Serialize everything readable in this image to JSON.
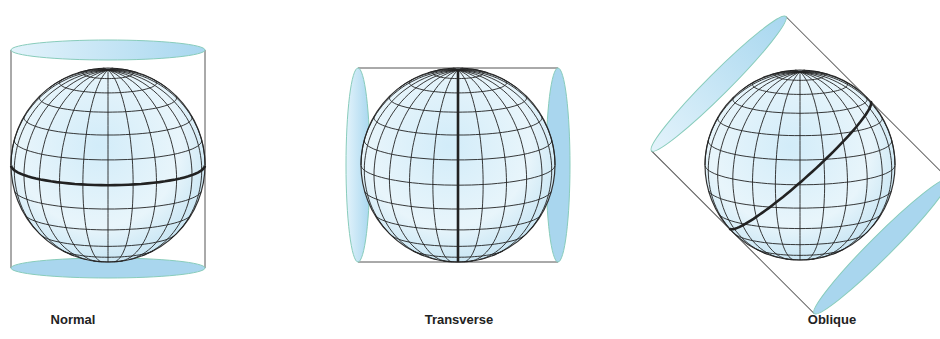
{
  "diagram": {
    "labels": [
      "Normal",
      "Transverse",
      "Oblique"
    ]
  }
}
